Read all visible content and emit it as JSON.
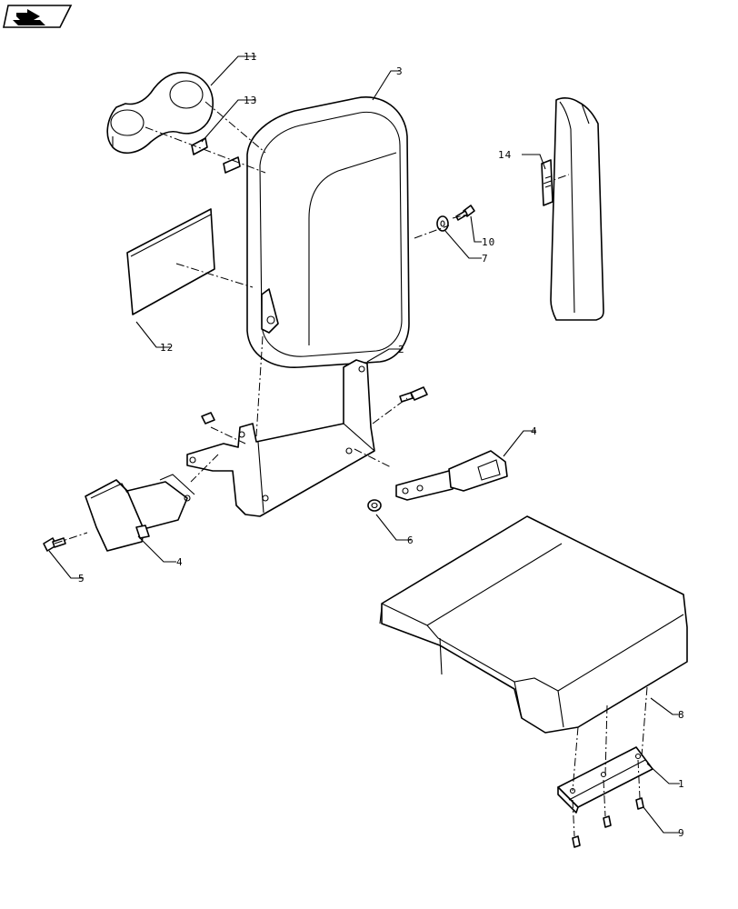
{
  "nav": {
    "icon": "return-arrow-icon"
  },
  "callouts": {
    "c1": "1",
    "c2": "2",
    "c3": "3",
    "c4a": "4",
    "c4b": "4",
    "c5": "5",
    "c6": "6",
    "c7": "7",
    "c8": "8",
    "c9": "9",
    "c10": "10",
    "c11": "11",
    "c12": "12",
    "c13": "13",
    "c14": "14"
  }
}
